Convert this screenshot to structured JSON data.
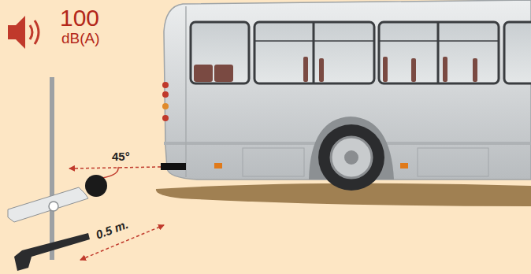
{
  "diagram": {
    "labels": [
      "100",
      "dB(A)",
      "45°",
      "0.5 m."
    ]
  }
}
